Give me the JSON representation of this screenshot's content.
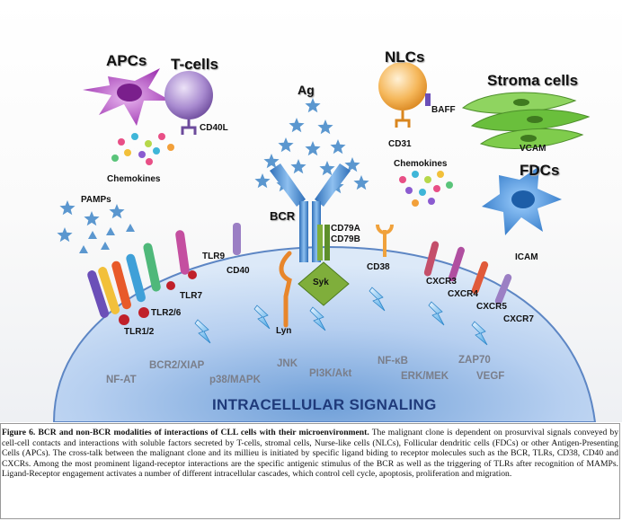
{
  "cells": {
    "apcs": "APCs",
    "tcells": "T-cells",
    "nlcs": "NLCs",
    "stroma": "Stroma cells",
    "fdcs": "FDCs"
  },
  "ligands": {
    "ag": "Ag",
    "cd40l": "CD40L",
    "chemokines_left": "Chemokines",
    "chemokines_right": "Chemokines",
    "pamps": "PAMPs",
    "baff": "BAFF",
    "cd31": "CD31",
    "vcam": "VCAM",
    "icam": "ICAM"
  },
  "receptors": {
    "bcr": "BCR",
    "cd79a": "CD79A",
    "cd79b": "CD79B",
    "syk": "Syk",
    "lyn": "Lyn",
    "cd40": "CD40",
    "cd38": "CD38",
    "tlr9": "TLR9",
    "tlr7": "TLR7",
    "tlr26": "TLR2/6",
    "tlr12": "TLR1/2",
    "cxcr3": "CXCR3",
    "cxcr4": "CXCR4",
    "cxcr5": "CXCR5",
    "cxcr7": "CXCR7"
  },
  "signals": {
    "nfat": "NF-AT",
    "bcr2xiap": "BCR2/XIAP",
    "p38": "p38/MAPK",
    "jnk": "JNK",
    "pi3k": "PI3K/Akt",
    "nfkb": "NF-κB",
    "erk": "ERK/MEK",
    "zap70": "ZAP70",
    "vegf": "VEGF"
  },
  "signaling_title": "INTRACELLULAR SIGNALING",
  "caption": {
    "bold": "Figure 6. BCR and non-BCR modalities of interactions of CLL cells with their microenvironment.",
    "text": " The malignant clone is dependent on prosurvival signals conveyed by cell-cell contacts and interactions with soluble factors secreted by T-cells, stromal cells, Nurse-like cells (NLCs), Follicular dendritic cells (FDCs) or other Antigen-Presenting Cells (APCs). The cross-talk between the malignant clone and its millieu is initiated by specific ligand biding to receptor molecules such as the BCR, TLRs, CD38, CD40 and CXCRs. Among the most prominent ligand-receptor interactions are the specific antigenic stimulus of the BCR as well as the triggering of TLRs after recognition of MAMPs. Ligand-Receptor engagement activates a number of different intracellular cascades, which control cell cycle, apoptosis, proliferation and migration."
  },
  "colors": {
    "cell_fill": "#c9dcf3",
    "cell_edge": "#5d86c4",
    "title": "#1f3a7a",
    "signal_text": "#7a7e8a",
    "apc": "#a23bb3",
    "tcell": "#8e67b8",
    "nlc": "#f0a23c",
    "stroma": "#6abf3c",
    "fdc": "#3f8fd8",
    "bcr": "#4a90d9",
    "syk": "#7fae3b",
    "lyn": "#e8862b",
    "star": "#5b97cf"
  }
}
